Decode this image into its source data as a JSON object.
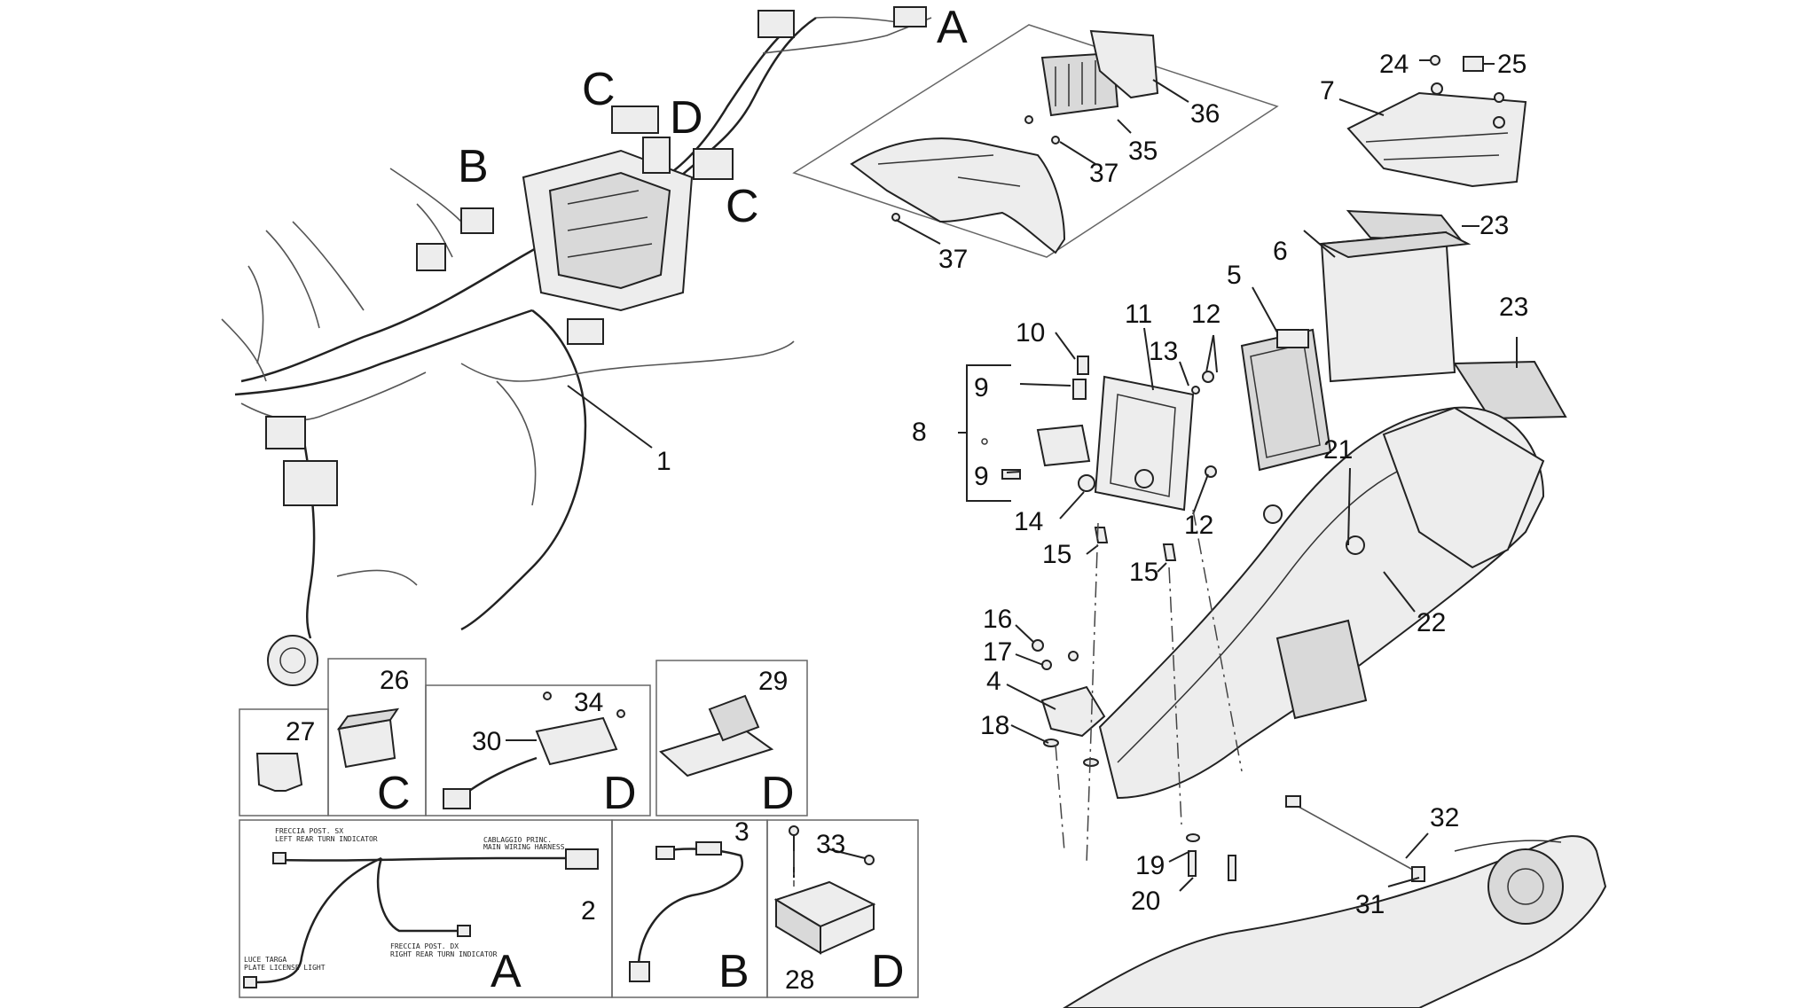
{
  "callouts": {
    "n1": "1",
    "n2": "2",
    "n3": "3",
    "n4": "4",
    "n5": "5",
    "n6": "6",
    "n7": "7",
    "n8": "8",
    "n9a": "9",
    "n9b": "9",
    "n10": "10",
    "n11": "11",
    "n12a": "12",
    "n12b": "12",
    "n13": "13",
    "n14": "14",
    "n15a": "15",
    "n15b": "15",
    "n16": "16",
    "n17": "17",
    "n18": "18",
    "n19": "19",
    "n20": "20",
    "n21": "21",
    "n22": "22",
    "n23a": "23",
    "n23b": "23",
    "n24": "24",
    "n25": "25",
    "n26": "26",
    "n27": "27",
    "n28": "28",
    "n29": "29",
    "n30": "30",
    "n31": "31",
    "n32": "32",
    "n33": "33",
    "n34": "34",
    "n35": "35",
    "n36": "36",
    "n37a": "37",
    "n37b": "37"
  },
  "connector_letters": {
    "harness_a": "A",
    "harness_b": "B",
    "harness_c1": "C",
    "harness_c2": "C",
    "harness_d": "D",
    "box_c": "C",
    "box_d30": "D",
    "box_d29": "D",
    "box_a2": "A",
    "box_b3": "B",
    "box_d28": "D"
  },
  "harness_labels": {
    "freccia_sx": "FRECCIA POST. SX",
    "freccia_sx_en": "LEFT REAR TURN INDICATOR",
    "cablaggio": "CABLAGGIO PRINC.",
    "cablaggio_en": "MAIN WIRING HARNESS",
    "freccia_dx": "FRECCIA POST. DX",
    "freccia_dx_en": "RIGHT REAR TURN INDICATOR",
    "luce_targa": "LUCE TARGA",
    "luce_targa_en": "PLATE LICENSE LIGHT"
  }
}
